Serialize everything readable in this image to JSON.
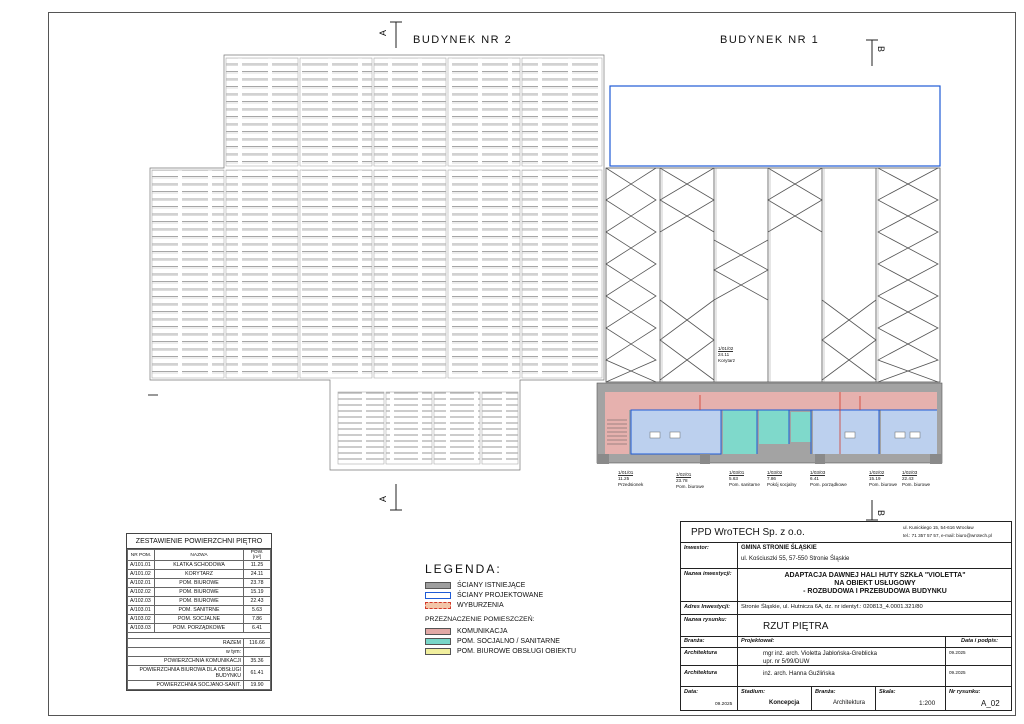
{
  "buildings": {
    "b2": "BUDYNEK NR 2",
    "b1": "BUDYNEK NR 1"
  },
  "section_marks": {
    "a": "A",
    "b": "B"
  },
  "rooms": [
    {
      "num": "1/01/01",
      "area": "11.25",
      "name": "Przedsionek"
    },
    {
      "num": "1/02/01",
      "area": "23.78",
      "name": "Pom. biurowe"
    },
    {
      "num": "1/03/01",
      "area": "5.63",
      "name": "Pom. sanitarne"
    },
    {
      "num": "1/03/02",
      "area": "7.86",
      "name": "Pokój socjalny"
    },
    {
      "num": "1/03/03",
      "area": "6.41",
      "name": "Pom. porządkowe"
    },
    {
      "num": "1/02/02",
      "area": "15.19",
      "name": "Pom. biurowe"
    },
    {
      "num": "1/02/03",
      "area": "22.43",
      "name": "Pom. biurowe"
    },
    {
      "num": "1/01/02",
      "area": "24.11",
      "name": "Korytarz"
    }
  ],
  "summary": {
    "title": "ZESTAWIENIE POWIERZCHNI PIĘTRO",
    "headers": [
      "NR POM.",
      "NAZWA",
      "POW. [m²]"
    ],
    "rows": [
      [
        "A/101.01",
        "KLATKA SCHODOWA",
        "11.25"
      ],
      [
        "A/101.02",
        "KORYTARZ",
        "24.11"
      ],
      [
        "A/102.01",
        "POM. BIUROWE",
        "23.78"
      ],
      [
        "A/102.02",
        "POM. BIUROWE",
        "15.19"
      ],
      [
        "A/102.03",
        "POM. BIUROWE",
        "22.43"
      ],
      [
        "A/103.01",
        "POM. SANITRNE",
        "5.63"
      ],
      [
        "A/103.02",
        "POM. SOCJALNE",
        "7.86"
      ],
      [
        "A/103.03",
        "POM. PORZĄDKOWE",
        "6.41"
      ]
    ],
    "total_label": "RAZEM",
    "total_value": "116.66",
    "in_that": "w tym:",
    "extra": [
      [
        "POWIERZCHNIA KOMUNIKACJI",
        "35.36"
      ],
      [
        "POWIERZCHNIA BIUROWA DLA OBSŁUGI BUDYNKU",
        "61.41"
      ],
      [
        "POWIERZCHNIA SOCJANO-SANIT.",
        "19.90"
      ]
    ]
  },
  "legend": {
    "title": "LEGENDA:",
    "walls": [
      {
        "label": "ŚCIANY ISTNIEJĄCE",
        "color": "#9e9e9e"
      },
      {
        "label": "ŚCIANY PROJEKTOWANE",
        "color": "#1f5bd6"
      },
      {
        "label": "WYBURZENIA",
        "color": "#f3c6a8"
      }
    ],
    "purpose_title": "PRZEZNACZENIE POMIESZCZEŃ:",
    "purpose": [
      {
        "label": "KOMUNIKACJA",
        "color": "#e2a9a6"
      },
      {
        "label": "POM. SOCJALNO / SANITARNE",
        "color": "#79d6c8"
      },
      {
        "label": "POM. BIUROWE OBSŁUGI OBIEKTU",
        "color": "#f1ef9e"
      }
    ]
  },
  "title_block": {
    "company": "PPD WroTECH Sp. z o.o.",
    "company_addr1": "ul. Kunickiego 15, 54-616 Wrocław",
    "company_addr2": "tel.: 71 357 57 57, e-mail: biuro@wrotech.pl",
    "investor_label": "Inwestor:",
    "investor_name": "GMINA STRONIE ŚLĄSKIE",
    "investor_addr": "ul. Kościuszki 55, 57-550 Stronie Śląskie",
    "project_label": "Nazwa inwestycji:",
    "project_line1": "ADAPTACJA DAWNEJ HALI HUTY SZKŁA \"VIOLETTA\"",
    "project_line2": "NA OBIEKT USŁUGOWY",
    "project_line3": "- ROZBUDOWA I PRZEBUDOWA BUDYNKU",
    "address_label": "Adres Inwestycji:",
    "address_value": "Stronie Śląskie, ul. Hutnicza 6A, dz. nr identyf.: 020813_4.0001.321/80",
    "drawing_label": "Nazwa rysunku:",
    "drawing_value": "RZUT PIĘTRA",
    "branza_label": "Branża:",
    "projektowal_label": "Projektował:",
    "data_label": "Data i podpis:",
    "arch_label": "Architektura",
    "designer1": "mgr inż. arch. Violetta Jabłońska-Greblicka",
    "designer1_lic": "upr. nr 5/99/DUW",
    "designer1_date": "09.2025",
    "designer2": "inż. arch. Hanna Guźlińska",
    "designer2_date": "09.2025",
    "f_data_label": "Data:",
    "f_data_value": "09.2025",
    "f_stadium_label": "Stadium:",
    "f_stadium_value": "Koncepcja",
    "f_branza_label": "Branża:",
    "f_branza_value": "Architektura",
    "f_skala_label": "Skala:",
    "f_skala_value": "1:200",
    "f_nr_label": "Nr rysunku:",
    "f_nr_value": "A_02"
  }
}
